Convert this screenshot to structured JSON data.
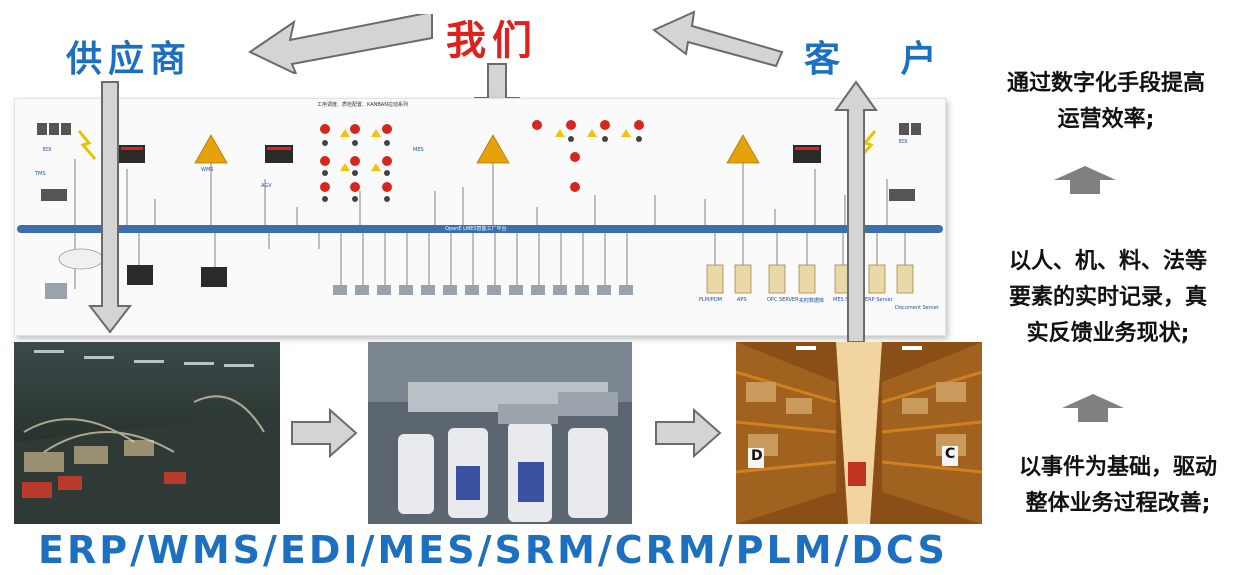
{
  "header": {
    "supplier": "供应商",
    "us": "我们",
    "customer": "客 户"
  },
  "right_panel": {
    "block1": "通过数字化手段提高运营效率;",
    "block1_line1": "通过数字化手段提高",
    "block1_line2": "运营效率;",
    "block2_line1": "以人、机、料、法等",
    "block2_line2": "要素的实时记录，真",
    "block2_line3": "实反馈业务现状;",
    "block3_line1": "以事件为基础，驱动",
    "block3_line2": "整体业务过程改善;"
  },
  "bottom": {
    "systems": "ERP/WMS/EDI/MES/SRM/CRM/PLM/DCS"
  },
  "network_diagram": {
    "bus_label": "OpenE  LMES智能工厂平台",
    "left_system": "EDI",
    "right_system": "EDI",
    "mes_label": "MES",
    "wms_label": "WMS",
    "agv_label": "AGV",
    "tms_label": "TMS",
    "kanban_note": "工序调度、质检配置、KANBAN拉动系列",
    "servers": [
      "PLM/PDM",
      "APS",
      "OPC SERVER",
      "实时数据库",
      "MES Server",
      "ERP Server",
      "Document Server"
    ]
  },
  "colors": {
    "header_blue": "#1d6fbf",
    "header_red": "#e0201e",
    "arrow_gray": "#d4d4d4",
    "arrow_outline": "#6b6b6b",
    "up_arrow": "#808080"
  }
}
